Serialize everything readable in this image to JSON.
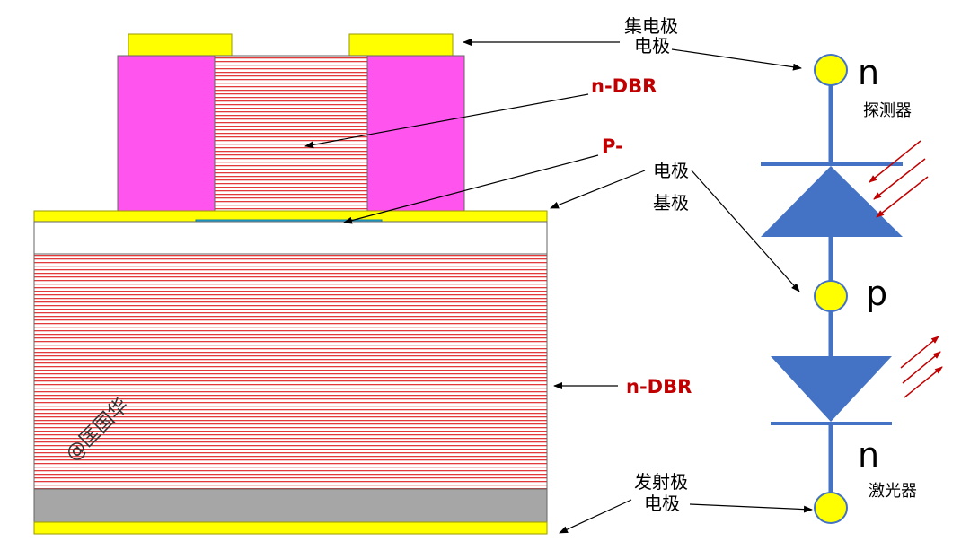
{
  "labels": {
    "collector_line1": "集电极",
    "collector_line2": "电极",
    "n_dbr_top": "n-DBR",
    "p_minus": "P-",
    "base_line1": "电极",
    "base_line2": "基极",
    "n_dbr_bottom": "n-DBR",
    "emitter_line1": "发射极",
    "emitter_line2": "电极",
    "node_n_top": "n",
    "node_p": "p",
    "node_n_bottom": "n",
    "detector": "探测器",
    "laser": "激光器",
    "watermark": "@匡国华"
  },
  "colors": {
    "electrode": "#ffff00",
    "electrode_border": "#9a9a00",
    "mesa_side": "#ff55ee",
    "dbr_stripe": "#e23a3a",
    "p_layer": "#22a6d6",
    "substrate": "#a6a6a6",
    "circuit": "#4472c4",
    "node": "#ffff00",
    "label_red": "#c00000",
    "light_ray": "#c00000"
  }
}
